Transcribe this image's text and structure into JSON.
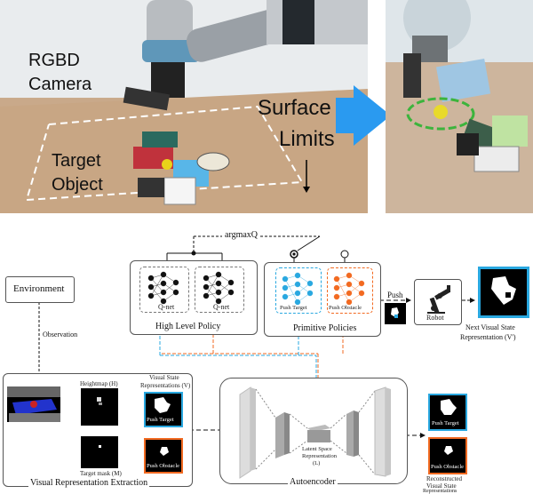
{
  "photo_labels": {
    "camera_line1": "RGBD",
    "camera_line2": "Camera",
    "target_line1": "Target",
    "target_line2": "Object",
    "surface_line1": "Surface",
    "surface_line2": "Limits"
  },
  "diagram": {
    "argmax": "argmaxQ",
    "environment": "Environment",
    "observation": "Observation",
    "qnet_1": "Q-net",
    "qnet_2": "Q-net",
    "high_level_policy": "High Level Policy",
    "push_target_net": "Push Target",
    "push_obstacle_net": "Push Obstacle",
    "primitive_policies": "Primitive Policies",
    "push": "Push",
    "robot": "Robot",
    "next_state_line1": "Next Visual State",
    "next_state_line2": "Representation (V')",
    "heightmap": "Heightmap (H)",
    "visual_state_line1": "Visual State",
    "visual_state_line2": "Representations (V)",
    "target_mask": "Target mask (M)",
    "push_target_img": "Push Target",
    "push_obstacle_img": "Push Obstacle",
    "visual_extraction": "Visual Representation Extraction",
    "latent_line1": "Latent Space",
    "latent_line2": "Representation",
    "latent_line3": "(L)",
    "autoencoder": "Autoencoder",
    "reconstructed_push_target": "Push Target",
    "reconstructed_push_obstacle": "Push Obstacle",
    "reconstructed_line1": "Reconstructed",
    "reconstructed_line2": "Visual State",
    "reconstructed_line3": "Representations"
  },
  "colors": {
    "blue": "#29a8e0",
    "orange": "#f26a21",
    "green_circle": "#3cb43c",
    "arrow_blue": "#2a9af0"
  }
}
